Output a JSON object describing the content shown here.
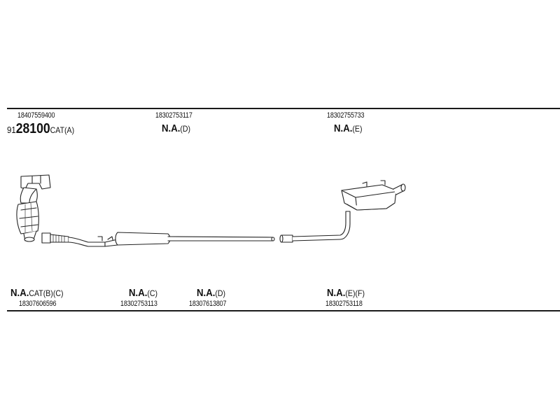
{
  "top_labels": [
    {
      "part_no": "18407559400",
      "code_prefix": "91",
      "code_main": "28100",
      "code_suffix": "CAT(A)"
    },
    {
      "part_no": "18302753117",
      "code_main": "N.A.",
      "code_suffix": "(D)"
    },
    {
      "part_no": "18302755733",
      "code_main": "N.A.",
      "code_suffix": "(E)"
    }
  ],
  "bottom_labels": [
    {
      "code_main": "N.A.",
      "code_suffix": "CAT(B)(C)",
      "part_no": "18307606596"
    },
    {
      "code_main": "N.A.",
      "code_suffix": "(C)",
      "part_no": "18302753113"
    },
    {
      "code_main": "N.A.",
      "code_suffix": "(D)",
      "part_no": "18307613807"
    },
    {
      "code_main": "N.A.",
      "code_suffix": "(E)(F)",
      "part_no": "18302753118"
    }
  ]
}
